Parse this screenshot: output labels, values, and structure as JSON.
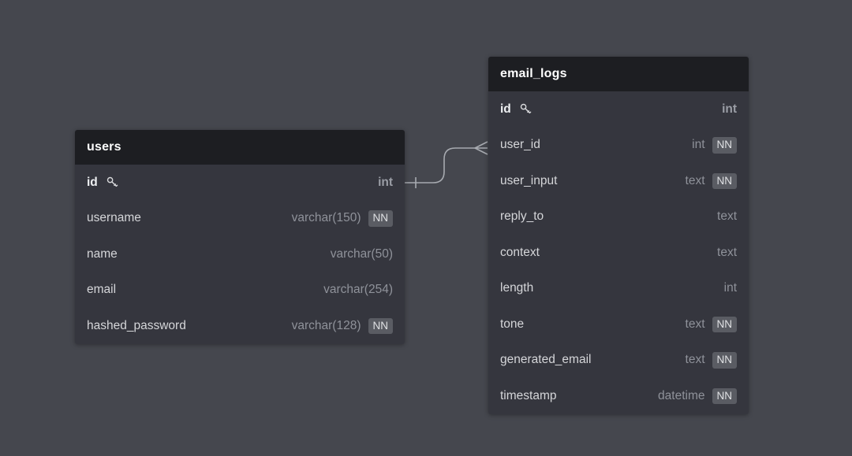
{
  "diagram": {
    "nn_label": "NN",
    "tables": [
      {
        "name": "users",
        "fields": [
          {
            "name": "id",
            "type": "int",
            "pk": true,
            "nn": false
          },
          {
            "name": "username",
            "type": "varchar(150)",
            "pk": false,
            "nn": true
          },
          {
            "name": "name",
            "type": "varchar(50)",
            "pk": false,
            "nn": false
          },
          {
            "name": "email",
            "type": "varchar(254)",
            "pk": false,
            "nn": false
          },
          {
            "name": "hashed_password",
            "type": "varchar(128)",
            "pk": false,
            "nn": true
          }
        ]
      },
      {
        "name": "email_logs",
        "fields": [
          {
            "name": "id",
            "type": "int",
            "pk": true,
            "nn": false
          },
          {
            "name": "user_id",
            "type": "int",
            "pk": false,
            "nn": true
          },
          {
            "name": "user_input",
            "type": "text",
            "pk": false,
            "nn": true
          },
          {
            "name": "reply_to",
            "type": "text",
            "pk": false,
            "nn": false
          },
          {
            "name": "context",
            "type": "text",
            "pk": false,
            "nn": false
          },
          {
            "name": "length",
            "type": "int",
            "pk": false,
            "nn": false
          },
          {
            "name": "tone",
            "type": "text",
            "pk": false,
            "nn": true
          },
          {
            "name": "generated_email",
            "type": "text",
            "pk": false,
            "nn": true
          },
          {
            "name": "timestamp",
            "type": "datetime",
            "pk": false,
            "nn": true
          }
        ]
      }
    ],
    "relationship": {
      "from": "users.id",
      "to": "email_logs.user_id",
      "from_cardinality": "one",
      "to_cardinality": "many"
    },
    "colors": {
      "canvas_bg": "#45474e",
      "table_header_bg": "#1d1e22",
      "table_body_bg": "#35363e",
      "badge_bg": "#5a5c63",
      "connector": "#a7aab0"
    }
  }
}
